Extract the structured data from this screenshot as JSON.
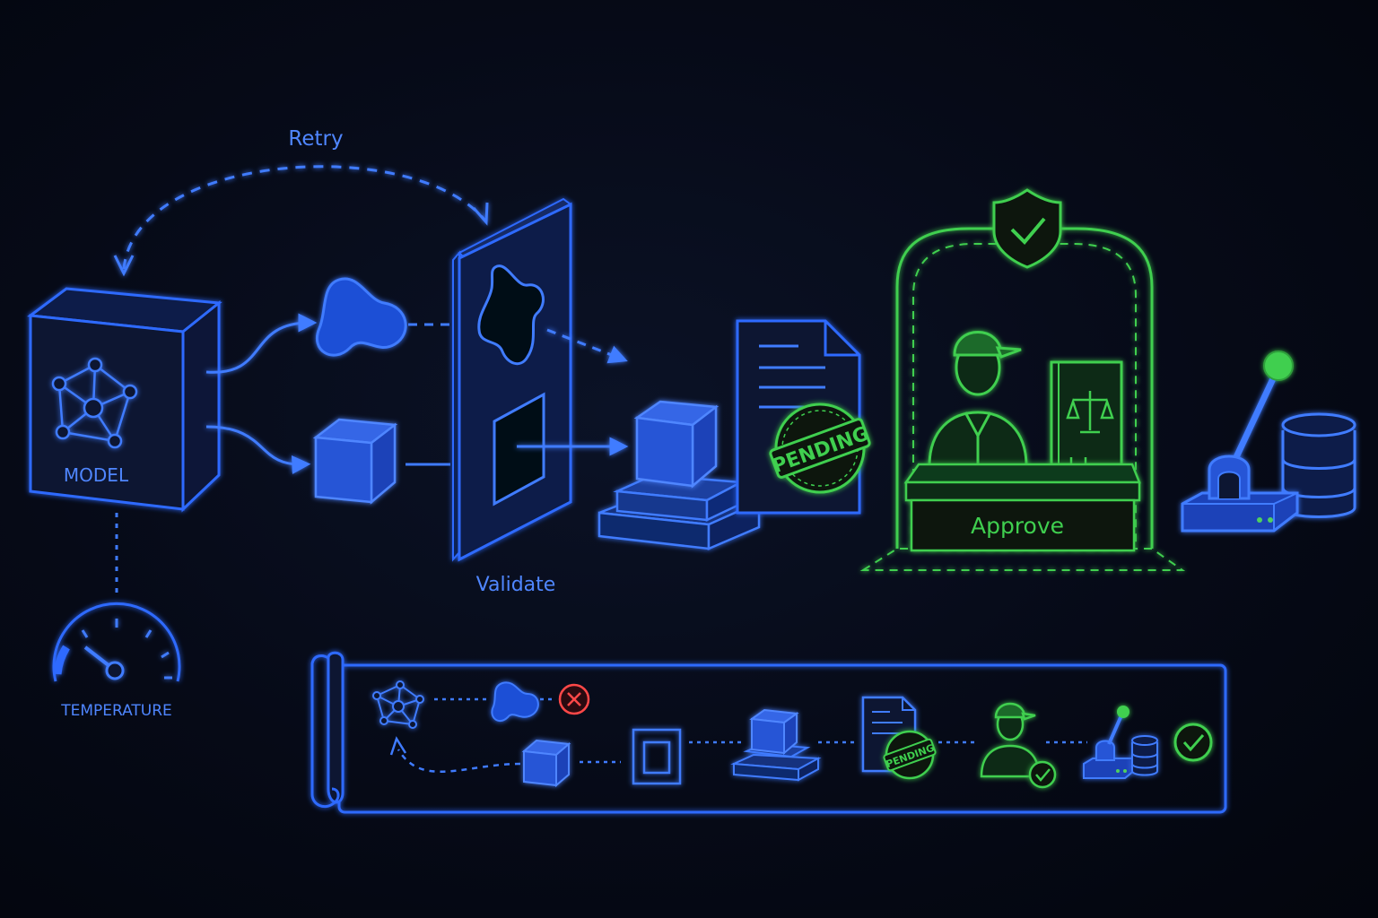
{
  "labels": {
    "retry": "Retry",
    "model": "MODEL",
    "validate": "Validate",
    "pending": "PENDING",
    "approve": "Approve",
    "temperature": "TEMPERATURE",
    "mini_pending": "PENDING"
  },
  "colors": {
    "blue": "#2f6bff",
    "blue_fill": "#1d4fd6",
    "green": "#3fcf4f",
    "red": "#ff4848",
    "background": "#060a17"
  },
  "icons": [
    "network-node-icon",
    "blob-shape-icon",
    "cube-icon",
    "document-icon",
    "pending-stamp-icon",
    "shield-check-icon",
    "person-icon",
    "law-book-icon",
    "lever-icon",
    "database-icon",
    "gauge-icon",
    "error-circle-icon",
    "check-circle-icon",
    "scroll-icon"
  ]
}
